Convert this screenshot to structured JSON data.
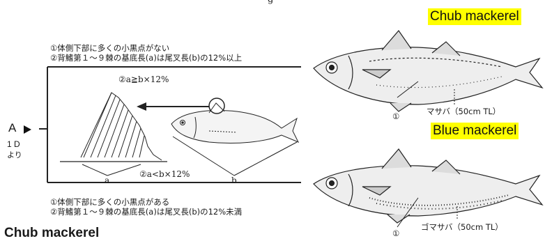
{
  "top_fragment": "g",
  "upper_text": {
    "line1": "①体側下部に多くの小黒点がない",
    "line2": "②背鰭第１〜９棘の基底長(a)は尾叉長(b)の12%以上"
  },
  "upper_formula": "②a≧b×12%",
  "lower_formula": "②a<b×12%",
  "lower_text": {
    "line1": "①体側下部に多くの小黒点がある",
    "line2": "②背鰭第１〜９棘の基底長(a)は尾叉長(b)の12%未満"
  },
  "side_label": {
    "letter": "A",
    "line1": "1 D",
    "line2": "より"
  },
  "measure_labels": {
    "a": "a",
    "b": "b"
  },
  "species": [
    {
      "highlight": "Chub mackerel",
      "caption": "マサバ（50cm TL）",
      "marker": "①"
    },
    {
      "highlight": "Blue mackerel",
      "caption": "ゴマサバ（50cm TL）",
      "marker": "①"
    }
  ],
  "bottom_left_label": "Chub mackerel",
  "colors": {
    "highlight": "#ffff00",
    "ink": "#1a1a1a"
  },
  "icons": [
    "arrow-right-icon",
    "leftward-arrow-icon"
  ]
}
